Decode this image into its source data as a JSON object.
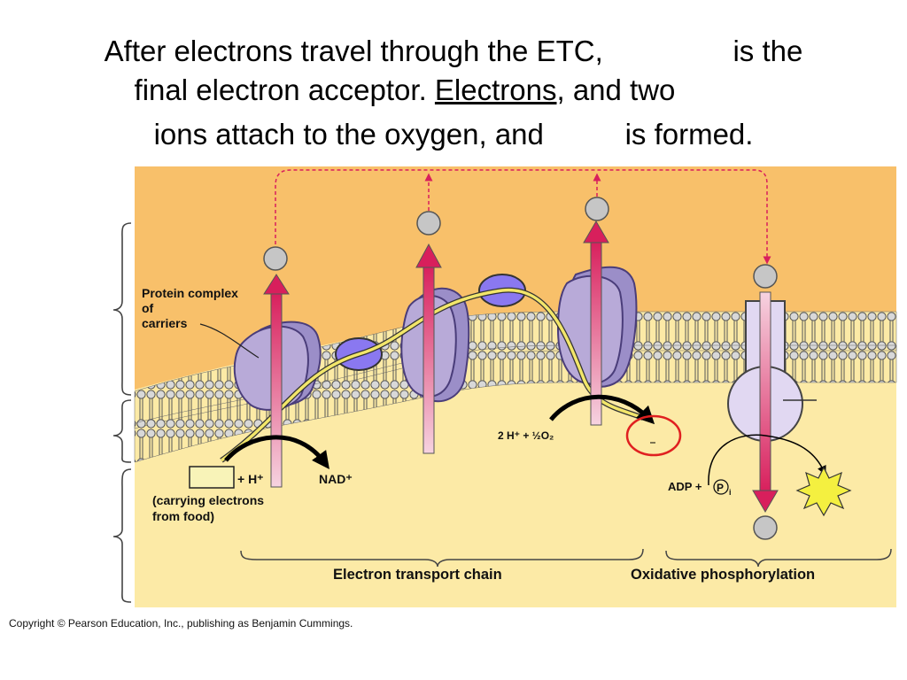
{
  "slide": {
    "line1a": "After electrons travel through the ETC,",
    "line1b": "is the",
    "line2a": "final electron acceptor.",
    "line2_link": "Electrons",
    "line2b": ", and two",
    "line3a": "ions attach to the oxygen, and",
    "line3b": "is formed."
  },
  "diagram": {
    "protein_label": [
      "Protein complex",
      "of",
      "carriers"
    ],
    "h_label": "+ H⁺",
    "nad_label": "NAD⁺",
    "carrying_label": [
      "(carrying electrons",
      "from food)"
    ],
    "oxygen_label": "2 H⁺ + ½O₂",
    "adp_label": "ADP + ",
    "pi_label": "P",
    "pi_sub": "i",
    "etc_label": "Electron transport chain",
    "oxphos_label": "Oxidative phosphorylation",
    "colors": {
      "matrix": "#FCEAA6",
      "intermembrane": "#F8C06A",
      "protein": "#B8AAD8",
      "carrier": "#8A78F0",
      "arrow": "#D81F5C",
      "electron_path": "#F2E66A",
      "highlight_circle": "#E02020"
    }
  },
  "footer": {
    "copyright": "Copyright © Pearson Education, Inc., publishing as Benjamin Cummings."
  }
}
